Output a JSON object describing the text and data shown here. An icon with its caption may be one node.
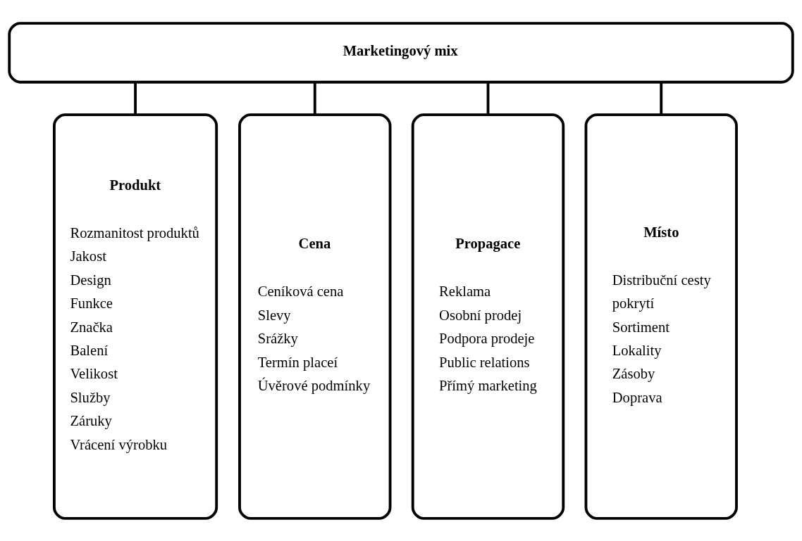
{
  "diagram": {
    "nodes": [
      {
        "text": [
          "Marketingový mix"
        ]
      },
      {
        "text": [
          "Produkt",
          "Rozmanitost produktů",
          "Jakost",
          "Design",
          "Funkce",
          "Značka",
          "Balení",
          "Velikost",
          "Služby",
          "Záruky",
          "Vrácení výrobku"
        ]
      },
      {
        "text": [
          "Cena",
          "Ceníková cena",
          "Slevy",
          "Srážky",
          "Termín placeí",
          "Úvěrové podmínky"
        ]
      },
      {
        "text": [
          "Propagace",
          "Reklama",
          "Osobní prodej",
          "Podpora prodeje",
          "Public relations",
          "Přímý marketing"
        ]
      },
      {
        "text": [
          "Místo",
          "Distribuční cesty",
          "pokrytí",
          "Sortiment",
          "Lokality",
          "Zásoby",
          "Doprava"
        ]
      }
    ],
    "edges": [
      {
        "from": 0,
        "to": 1,
        "arrow": "none"
      },
      {
        "from": 0,
        "to": 2,
        "arrow": "none"
      },
      {
        "from": 0,
        "to": 3,
        "arrow": "none"
      },
      {
        "from": 0,
        "to": 4,
        "arrow": "none"
      }
    ]
  }
}
